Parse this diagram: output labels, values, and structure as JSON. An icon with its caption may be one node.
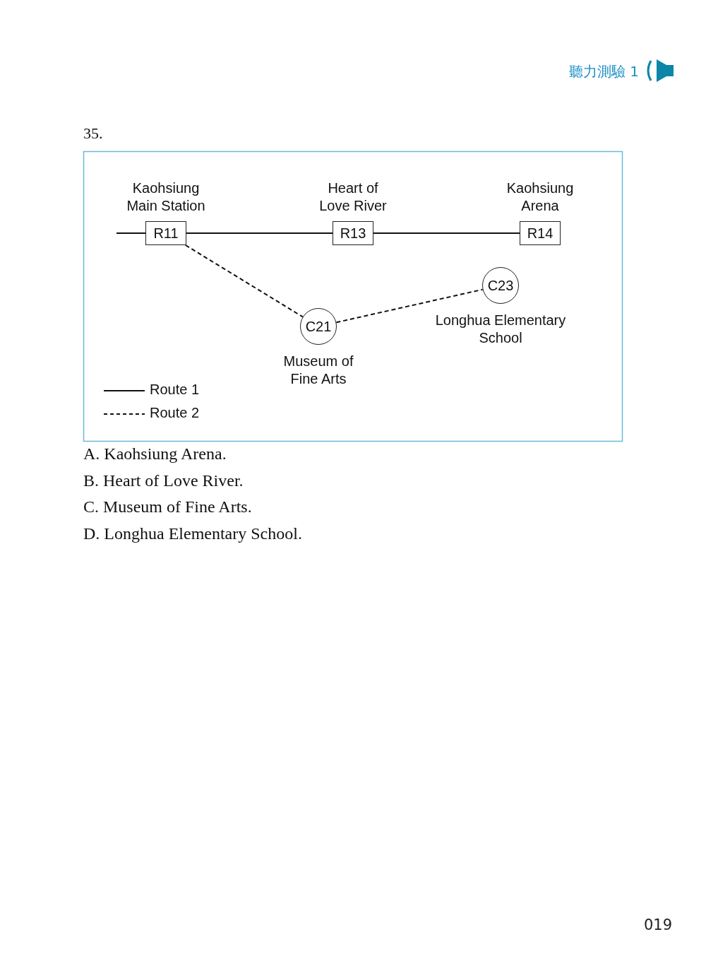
{
  "diagram": {
    "nodes": [
      {
        "text": [
          "R11"
        ],
        "beside": [
          "Kaohsiung Main Station"
        ]
      },
      {
        "text": [
          "R13"
        ],
        "beside": [
          "Heart of Love River"
        ]
      },
      {
        "text": [
          "R14"
        ],
        "beside": [
          "Kaohsiung Arena"
        ]
      },
      {
        "text": [
          "C21"
        ],
        "beside": [
          "Museum of Fine Arts"
        ]
      },
      {
        "text": [
          "C23"
        ],
        "beside": [
          "Longhua Elementary School"
        ]
      }
    ],
    "edges": [
      {
        "from": null,
        "to": 0,
        "arrow": "none"
      },
      {
        "from": 0,
        "to": 1,
        "arrow": "none"
      },
      {
        "from": 1,
        "to": 2,
        "arrow": "none"
      },
      {
        "from": 0,
        "to": 3,
        "arrow": "none",
        "style": "dashed"
      },
      {
        "from": 3,
        "to": 4,
        "arrow": "none",
        "style": "dashed"
      }
    ],
    "labels": [
      "聽力測驗 1",
      "35.",
      "A. Kaohsiung Arena.",
      "B. Heart of Love River.",
      "C. Museum of Fine Arts.",
      "D. Longhua Elementary School.",
      "019"
    ],
    "legend": [
      {
        "text": "Route 1"
      },
      {
        "text": "Route 2"
      }
    ]
  }
}
